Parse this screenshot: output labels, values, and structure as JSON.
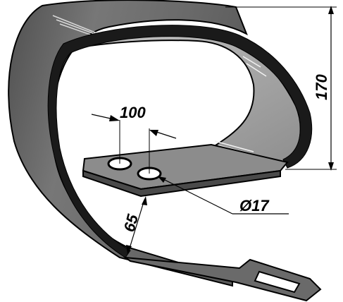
{
  "dimensions": {
    "hole_spacing": "100",
    "height": "170",
    "hole_diameter": "Ø17",
    "band_width": "65"
  },
  "colors": {
    "steel_outer": "#6a6a6a",
    "steel_inner": "#a9a9a9",
    "plate_top": "#8c8c8c",
    "outline": "#000000",
    "background": "#ffffff"
  }
}
